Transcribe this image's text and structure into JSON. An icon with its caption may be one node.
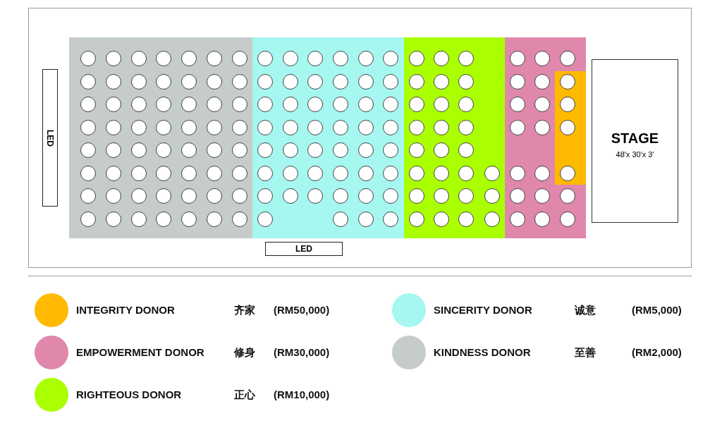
{
  "diagram": {
    "nodes": [
      {
        "text": [],
        "shape": "box"
      },
      {
        "text": [
          "LED"
        ],
        "in": 0
      },
      {
        "text": [],
        "shape": "box",
        "in": 0
      },
      {
        "text": [],
        "shape": "circle",
        "in": 2
      },
      {
        "text": [],
        "shape": "circle",
        "in": 2
      },
      {
        "text": [],
        "shape": "circle",
        "in": 2
      },
      {
        "text": [],
        "shape": "circle",
        "in": 2
      },
      {
        "text": [],
        "shape": "circle",
        "in": 2
      },
      {
        "text": [],
        "shape": "circle",
        "in": 2
      },
      {
        "text": [],
        "shape": "circle",
        "in": 2
      },
      {
        "text": [],
        "shape": "circle",
        "in": 2
      },
      {
        "text": [],
        "shape": "circle",
        "in": 2
      },
      {
        "text": [],
        "shape": "circle",
        "in": 2
      },
      {
        "text": [],
        "shape": "circle",
        "in": 2
      },
      {
        "text": [],
        "shape": "circle",
        "in": 2
      },
      {
        "text": [],
        "shape": "circle",
        "in": 2
      },
      {
        "text": [],
        "shape": "circle",
        "in": 2
      },
      {
        "text": [],
        "shape": "circle",
        "in": 2
      },
      {
        "text": [],
        "shape": "circle",
        "in": 2
      },
      {
        "text": [],
        "shape": "circle",
        "in": 2
      },
      {
        "text": [],
        "shape": "circle",
        "in": 2
      },
      {
        "text": [],
        "shape": "circle",
        "in": 2
      },
      {
        "text": [],
        "shape": "circle",
        "in": 2
      },
      {
        "text": [],
        "shape": "circle",
        "in": 2
      },
      {
        "text": [],
        "shape": "circle",
        "in": 2
      },
      {
        "text": [],
        "shape": "circle",
        "in": 2
      },
      {
        "text": [],
        "shape": "circle",
        "in": 2
      },
      {
        "text": [],
        "shape": "circle",
        "in": 2
      },
      {
        "text": [],
        "shape": "circle",
        "in": 2
      },
      {
        "text": [],
        "shape": "circle",
        "in": 2
      },
      {
        "text": [],
        "shape": "circle",
        "in": 2
      },
      {
        "text": [],
        "shape": "circle",
        "in": 2
      },
      {
        "text": [],
        "shape": "circle",
        "in": 2
      },
      {
        "text": [],
        "shape": "circle",
        "in": 2
      },
      {
        "text": [],
        "shape": "circle",
        "in": 2
      },
      {
        "text": [],
        "shape": "circle",
        "in": 2
      },
      {
        "text": [],
        "shape": "circle",
        "in": 2
      },
      {
        "text": [],
        "shape": "circle",
        "in": 2
      },
      {
        "text": [],
        "shape": "circle",
        "in": 2
      },
      {
        "text": [],
        "shape": "circle",
        "in": 2
      },
      {
        "text": [],
        "shape": "circle",
        "in": 2
      },
      {
        "text": [],
        "shape": "circle",
        "in": 2
      },
      {
        "text": [],
        "shape": "circle",
        "in": 2
      },
      {
        "text": [],
        "shape": "circle",
        "in": 2
      },
      {
        "text": [],
        "shape": "circle",
        "in": 2
      },
      {
        "text": [],
        "shape": "circle",
        "in": 2
      },
      {
        "text": [],
        "shape": "circle",
        "in": 2
      },
      {
        "text": [],
        "shape": "circle",
        "in": 2
      },
      {
        "text": [],
        "shape": "circle",
        "in": 2
      },
      {
        "text": [],
        "shape": "circle",
        "in": 2
      },
      {
        "text": [],
        "shape": "circle",
        "in": 2
      },
      {
        "text": [],
        "shape": "circle",
        "in": 2
      },
      {
        "text": [],
        "shape": "circle",
        "in": 2
      },
      {
        "text": [],
        "shape": "circle",
        "in": 2
      },
      {
        "text": [],
        "shape": "circle",
        "in": 2
      },
      {
        "text": [],
        "shape": "circle",
        "in": 2
      },
      {
        "text": [],
        "shape": "circle",
        "in": 2
      },
      {
        "text": [],
        "shape": "circle",
        "in": 2
      },
      {
        "text": [],
        "shape": "circle",
        "in": 2
      },
      {
        "text": [],
        "shape": "box",
        "in": 0
      },
      {
        "text": [],
        "shape": "circle",
        "in": 59
      },
      {
        "text": [],
        "shape": "circle",
        "in": 59
      },
      {
        "text": [],
        "shape": "circle",
        "in": 59
      },
      {
        "text": [],
        "shape": "circle",
        "in": 59
      },
      {
        "text": [],
        "shape": "circle",
        "in": 59
      },
      {
        "text": [],
        "shape": "circle",
        "in": 59
      },
      {
        "text": [],
        "shape": "circle",
        "in": 59
      },
      {
        "text": [],
        "shape": "circle",
        "in": 59
      },
      {
        "text": [],
        "shape": "circle",
        "in": 59
      },
      {
        "text": [],
        "shape": "circle",
        "in": 59
      },
      {
        "text": [],
        "shape": "circle",
        "in": 59
      },
      {
        "text": [],
        "shape": "circle",
        "in": 59
      },
      {
        "text": [],
        "shape": "circle",
        "in": 59
      },
      {
        "text": [],
        "shape": "circle",
        "in": 59
      },
      {
        "text": [],
        "shape": "circle",
        "in": 59
      },
      {
        "text": [],
        "shape": "circle",
        "in": 59
      },
      {
        "text": [],
        "shape": "circle",
        "in": 59
      },
      {
        "text": [],
        "shape": "circle",
        "in": 59
      },
      {
        "text": [],
        "shape": "circle",
        "in": 59
      },
      {
        "text": [],
        "shape": "circle",
        "in": 59
      },
      {
        "text": [],
        "shape": "circle",
        "in": 59
      },
      {
        "text": [],
        "shape": "circle",
        "in": 59
      },
      {
        "text": [],
        "shape": "circle",
        "in": 59
      },
      {
        "text": [],
        "shape": "circle",
        "in": 59
      },
      {
        "text": [],
        "shape": "circle",
        "in": 59
      },
      {
        "text": [],
        "shape": "circle",
        "in": 59
      },
      {
        "text": [],
        "shape": "circle",
        "in": 59
      },
      {
        "text": [],
        "shape": "circle",
        "in": 59
      },
      {
        "text": [],
        "shape": "circle",
        "in": 59
      },
      {
        "text": [],
        "shape": "circle",
        "in": 59
      },
      {
        "text": [],
        "shape": "circle",
        "in": 59
      },
      {
        "text": [],
        "shape": "circle",
        "in": 59
      },
      {
        "text": [],
        "shape": "circle",
        "in": 59
      },
      {
        "text": [],
        "shape": "circle",
        "in": 59
      },
      {
        "text": [],
        "shape": "circle",
        "in": 59
      },
      {
        "text": [],
        "shape": "circle",
        "in": 59
      },
      {
        "text": [],
        "shape": "circle",
        "in": 59
      },
      {
        "text": [],
        "shape": "circle",
        "in": 59
      },
      {
        "text": [],
        "shape": "circle",
        "in": 59
      },
      {
        "text": [],
        "shape": "circle",
        "in": 59
      },
      {
        "text": [],
        "shape": "circle",
        "in": 59
      },
      {
        "text": [],
        "shape": "circle",
        "in": 59
      },
      {
        "text": [],
        "shape": "circle",
        "in": 59
      },
      {
        "text": [],
        "shape": "circle",
        "in": 59
      },
      {
        "text": [],
        "shape": "circle",
        "in": 59
      },
      {
        "text": [],
        "shape": "circle",
        "in": 59
      },
      {
        "text": [],
        "shape": "box",
        "in": 0
      },
      {
        "text": [],
        "shape": "circle",
        "in": 106
      },
      {
        "text": [],
        "shape": "circle",
        "in": 106
      },
      {
        "text": [],
        "shape": "circle",
        "in": 106
      },
      {
        "text": [],
        "shape": "circle",
        "in": 106
      },
      {
        "text": [],
        "shape": "circle",
        "in": 106
      },
      {
        "text": [],
        "shape": "circle",
        "in": 106
      },
      {
        "text": [],
        "shape": "circle",
        "in": 106
      },
      {
        "text": [],
        "shape": "circle",
        "in": 106
      },
      {
        "text": [],
        "shape": "circle",
        "in": 106
      },
      {
        "text": [],
        "shape": "circle",
        "in": 106
      },
      {
        "text": [],
        "shape": "circle",
        "in": 106
      },
      {
        "text": [],
        "shape": "circle",
        "in": 106
      },
      {
        "text": [],
        "shape": "circle",
        "in": 106
      },
      {
        "text": [],
        "shape": "circle",
        "in": 106
      },
      {
        "text": [],
        "shape": "circle",
        "in": 106
      },
      {
        "text": [],
        "shape": "circle",
        "in": 106
      },
      {
        "text": [],
        "shape": "circle",
        "in": 106
      },
      {
        "text": [],
        "shape": "circle",
        "in": 106
      },
      {
        "text": [],
        "shape": "circle",
        "in": 106
      },
      {
        "text": [],
        "shape": "circle",
        "in": 106
      },
      {
        "text": [],
        "shape": "circle",
        "in": 106
      },
      {
        "text": [],
        "shape": "circle",
        "in": 106
      },
      {
        "text": [],
        "shape": "circle",
        "in": 106
      },
      {
        "text": [],
        "shape": "circle",
        "in": 106
      },
      {
        "text": [],
        "shape": "circle",
        "in": 106
      },
      {
        "text": [],
        "shape": "circle",
        "in": 106
      },
      {
        "text": [],
        "shape": "circle",
        "in": 106
      },
      {
        "text": [],
        "shape": "box",
        "in": 0
      },
      {
        "text": [],
        "shape": "circle",
        "in": 134
      },
      {
        "text": [],
        "shape": "circle",
        "in": 134
      },
      {
        "text": [],
        "shape": "circle",
        "in": 134
      },
      {
        "text": [],
        "shape": "circle",
        "in": 134
      },
      {
        "text": [],
        "shape": "circle",
        "in": 134
      },
      {
        "text": [],
        "shape": "circle",
        "in": 134
      },
      {
        "text": [],
        "shape": "circle",
        "in": 134
      },
      {
        "text": [],
        "shape": "circle",
        "in": 134
      },
      {
        "text": [],
        "shape": "circle",
        "in": 134
      },
      {
        "text": [],
        "shape": "circle",
        "in": 134
      },
      {
        "text": [],
        "shape": "circle",
        "in": 134
      },
      {
        "text": [],
        "shape": "circle",
        "in": 134
      },
      {
        "text": [],
        "shape": "circle",
        "in": 134
      },
      {
        "text": [],
        "shape": "circle",
        "in": 134
      },
      {
        "text": [],
        "shape": "circle",
        "in": 134
      },
      {
        "text": [],
        "shape": "circle",
        "in": 134
      },
      {
        "text": [],
        "shape": "circle",
        "in": 134
      },
      {
        "text": [],
        "shape": "box",
        "in": 134
      },
      {
        "text": [],
        "shape": "circle",
        "in": 152
      },
      {
        "text": [],
        "shape": "circle",
        "in": 152
      },
      {
        "text": [],
        "shape": "circle",
        "in": 152
      },
      {
        "text": [],
        "shape": "circle",
        "in": 152
      },
      {
        "text": [
          "LED"
        ],
        "in": 0
      },
      {
        "text": [
          "STAGE",
          "48′x 30′x 3′"
        ],
        "in": 0
      }
    ],
    "labels": [
      "齐家",
      "(RM50,000)",
      "诚意",
      "(RM5,000)",
      "修身",
      "(RM30,000)",
      "至善",
      "(RM2,000)",
      "正心",
      "(RM10,000)"
    ],
    "legend": [
      {
        "text": "INTEGRITY DONOR",
        "color": "#ffb900"
      },
      {
        "text": "EMPOWERMENT DONOR",
        "color": "#e087ac"
      },
      {
        "text": "RIGHTEOUS DONOR",
        "color": "#aaff00"
      },
      {
        "text": "SINCERITY DONOR",
        "color": "#a5f7f0"
      },
      {
        "text": "KINDNESS DONOR",
        "color": "#c5cccb"
      }
    ]
  }
}
